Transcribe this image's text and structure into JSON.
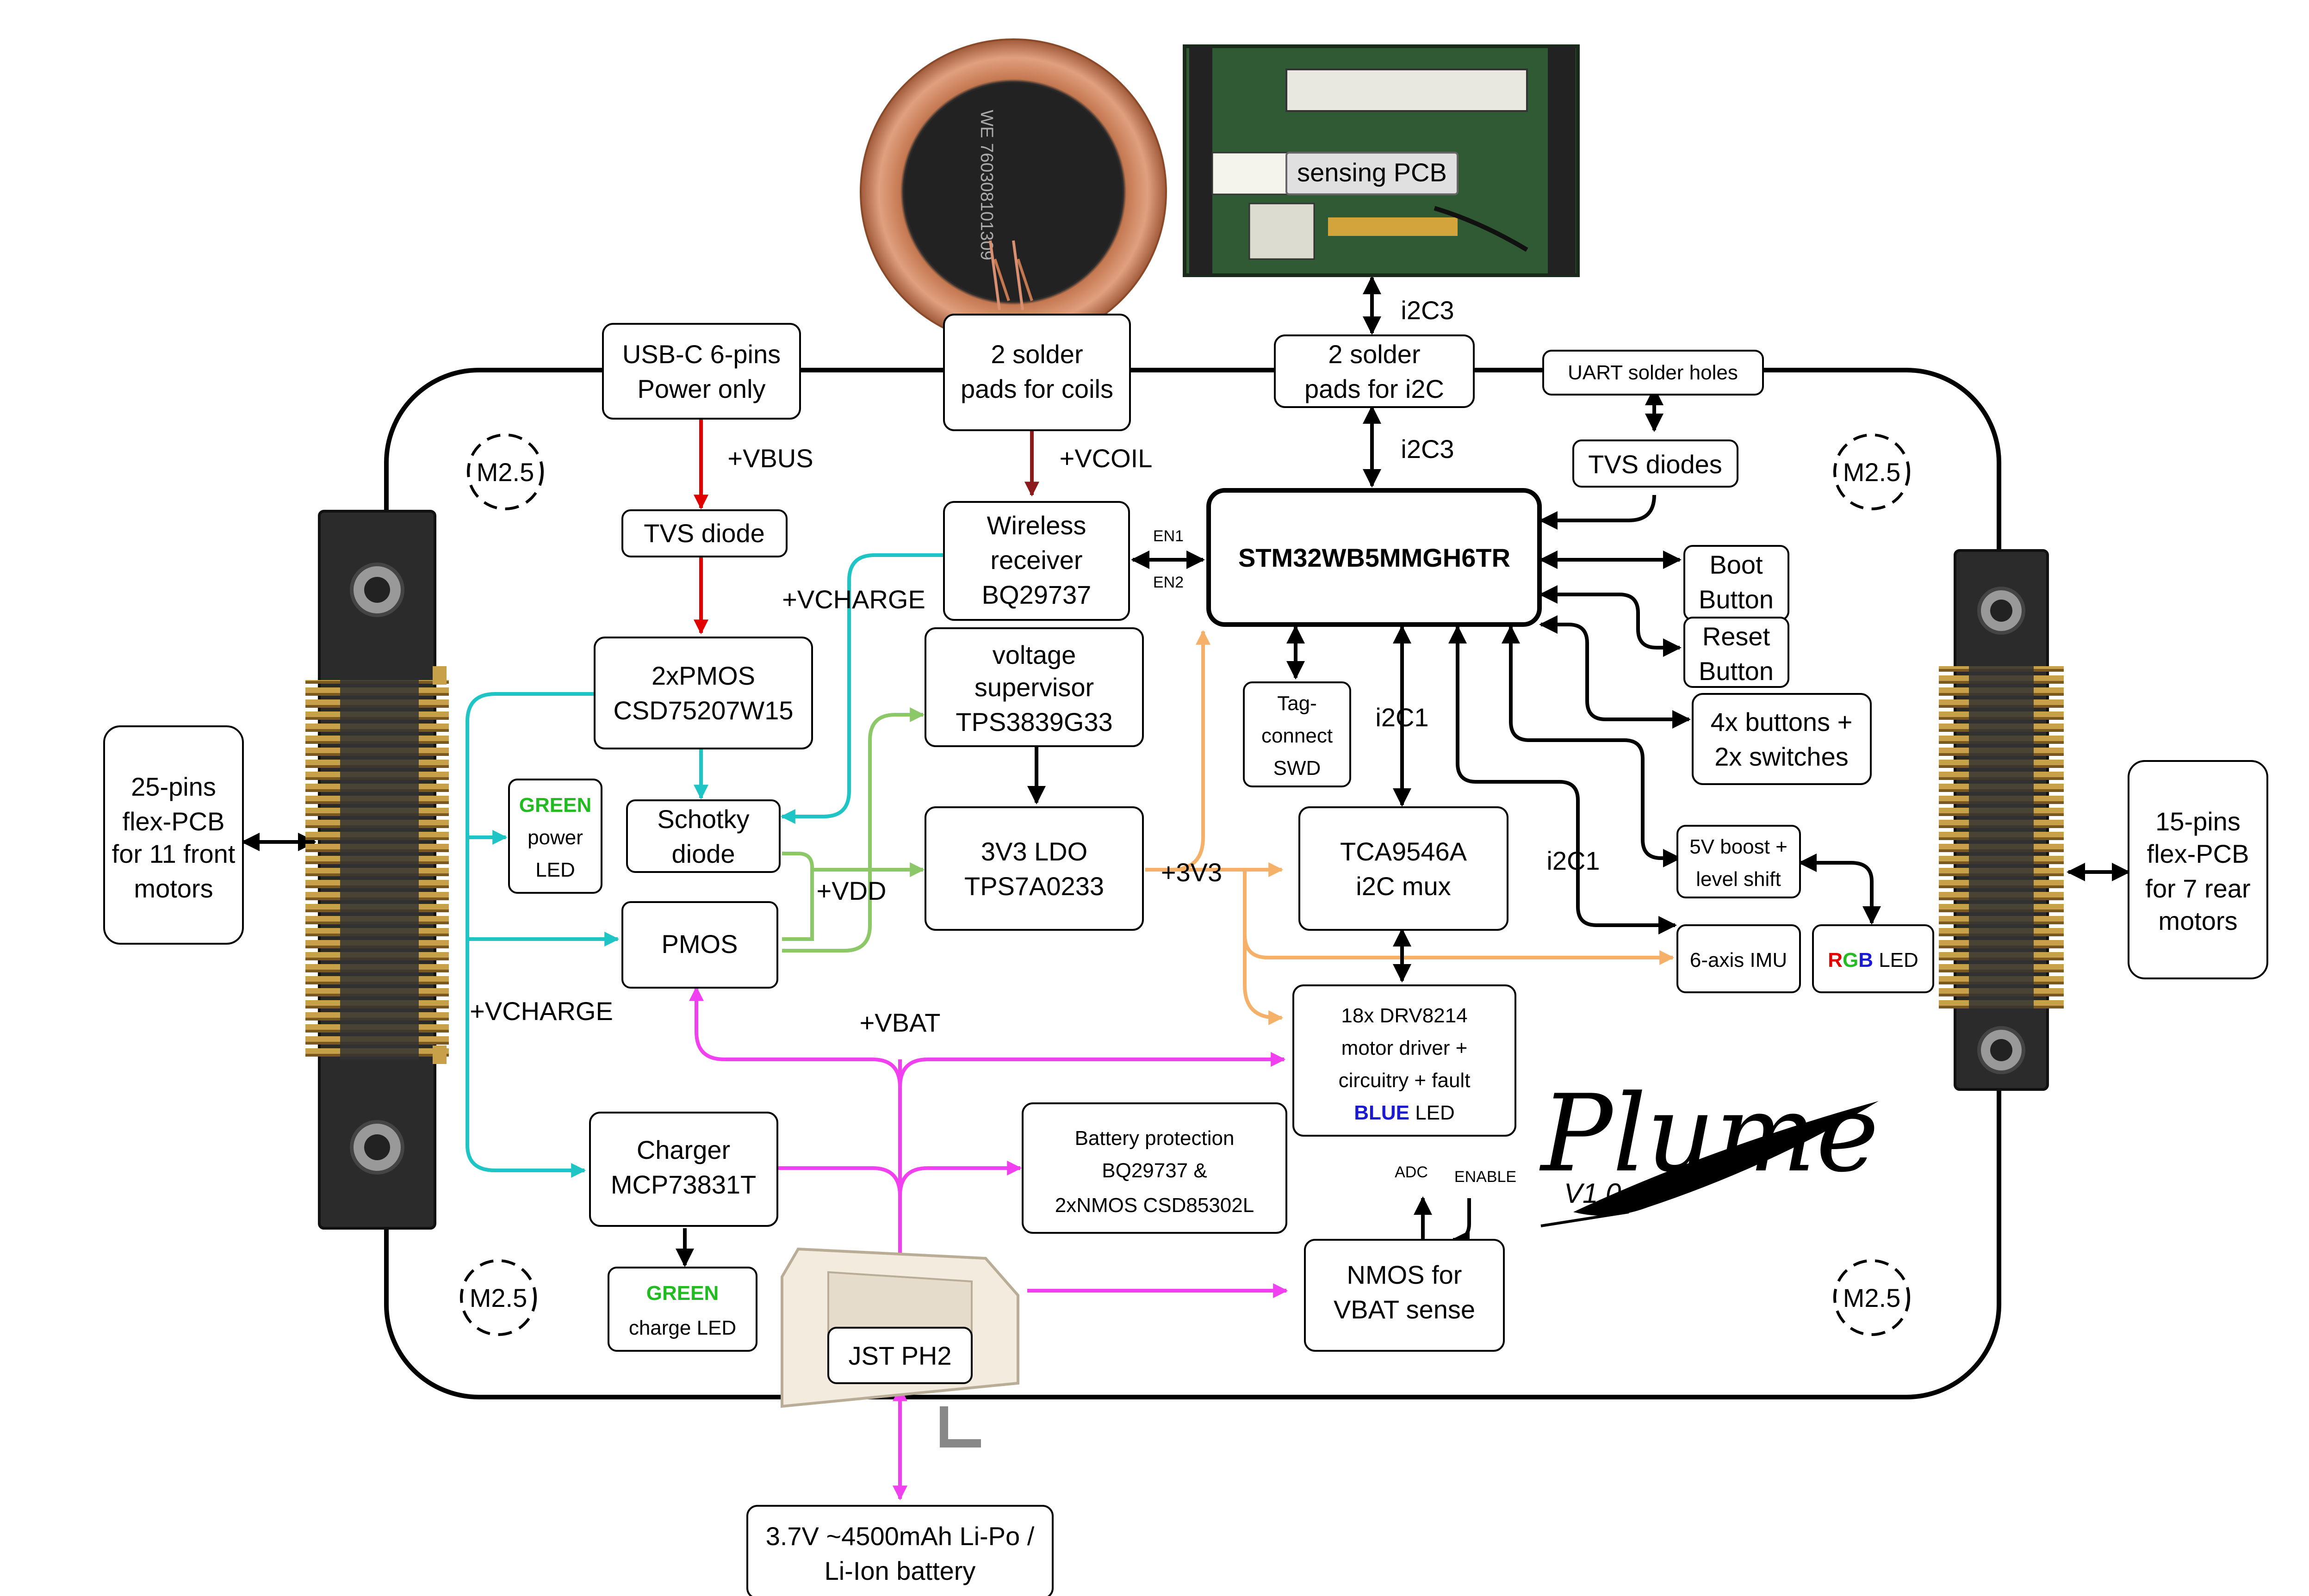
{
  "colors": {
    "vbus": "#e00000",
    "vcoil": "#8b1a1a",
    "vcharge": "#1fc4c4",
    "vdd": "#8cc868",
    "v3v3": "#f5b06a",
    "vbat": "#f040f0",
    "green_text": "#22bb22",
    "blue_text": "#1a1ad0",
    "rgb": [
      "#e00000",
      "#22bb22",
      "#1a1ad0"
    ]
  },
  "images": {
    "coil": "wireless-charging-coil-photo",
    "coil_print": "WE 760308101309",
    "sensing_pcb": "sensing-pcb-photo",
    "front_connector": "front-flex-connector-photo",
    "rear_connector": "rear-flex-connector-photo",
    "jst": "jst-ph2-connector-photo"
  },
  "logo": {
    "name": "Plume",
    "version": "V1.0",
    "icon": "feather-icon"
  },
  "mounting_holes": [
    "M2.5",
    "M2.5",
    "M2.5",
    "M2.5"
  ],
  "blocks": {
    "usbc": [
      "USB-C 6-pins",
      "Power only"
    ],
    "coil_pads": [
      "2 solder",
      "pads for coils"
    ],
    "i2c_pads": [
      "2 solder",
      "pads for i2C"
    ],
    "uart": "UART solder holes",
    "tvs_diode": "TVS diode",
    "tvs_diodes": "TVS diodes",
    "wireless": [
      "Wireless",
      "receiver",
      "BQ29737"
    ],
    "mcu": "STM32WB5MMGH6TR",
    "boot": [
      "Boot",
      "Button"
    ],
    "reset": [
      "Reset",
      "Button"
    ],
    "pmos2": [
      "2xPMOS",
      "CSD75207W15"
    ],
    "supervisor": [
      "voltage",
      "supervisor",
      "TPS3839G33"
    ],
    "tag": [
      "Tag-",
      "connect",
      "SWD"
    ],
    "buttons": [
      "4x buttons +",
      "2x switches"
    ],
    "front_flex": [
      "25-pins",
      "flex-PCB",
      "for 11 front",
      "motors"
    ],
    "rear_flex": [
      "15-pins",
      "flex-PCB",
      "for 7 rear",
      "motors"
    ],
    "green_power": {
      "color_word": "GREEN",
      "lines": [
        "power",
        "LED"
      ]
    },
    "schotky": [
      "Schotky",
      "diode"
    ],
    "ldo": [
      "3V3 LDO",
      "TPS7A0233"
    ],
    "mux": [
      "TCA9546A",
      "i2C mux"
    ],
    "boost": [
      "5V boost +",
      "level shift"
    ],
    "imu": "6-axis IMU",
    "rgb": {
      "letters": [
        "R",
        "G",
        "B"
      ],
      "suffix": " LED"
    },
    "pmos": "PMOS",
    "drv": {
      "lines": [
        "18x DRV8214",
        "motor driver +",
        "circuitry + fault"
      ],
      "color_word": "BLUE",
      "suffix": " LED"
    },
    "charger": [
      "Charger",
      "MCP73831T"
    ],
    "protection": [
      "Battery protection",
      "BQ29737 &",
      "2xNMOS CSD85302L"
    ],
    "green_charge": {
      "color_word": "GREEN",
      "lines": [
        "charge LED"
      ]
    },
    "jst": "JST PH2",
    "nmos": [
      "NMOS for",
      "VBAT sense"
    ],
    "battery": [
      "3.7V ~4500mAh Li-Po /",
      "Li-Ion battery"
    ],
    "sensing": "sensing PCB"
  },
  "labels": {
    "vbus": "+VBUS",
    "vcoil": "+VCOIL",
    "vcharge_1": "+VCHARGE",
    "vcharge_2": "+VCHARGE",
    "vdd": "+VDD",
    "v3v3": "+3V3",
    "vbat": "+VBAT",
    "i2c3_top": "i2C3",
    "i2c3_bottom": "i2C3",
    "i2c1_a": "i2C1",
    "i2c1_b": "i2C1",
    "en1": "EN1",
    "en2": "EN2",
    "adc": "ADC",
    "enable": "ENABLE"
  }
}
